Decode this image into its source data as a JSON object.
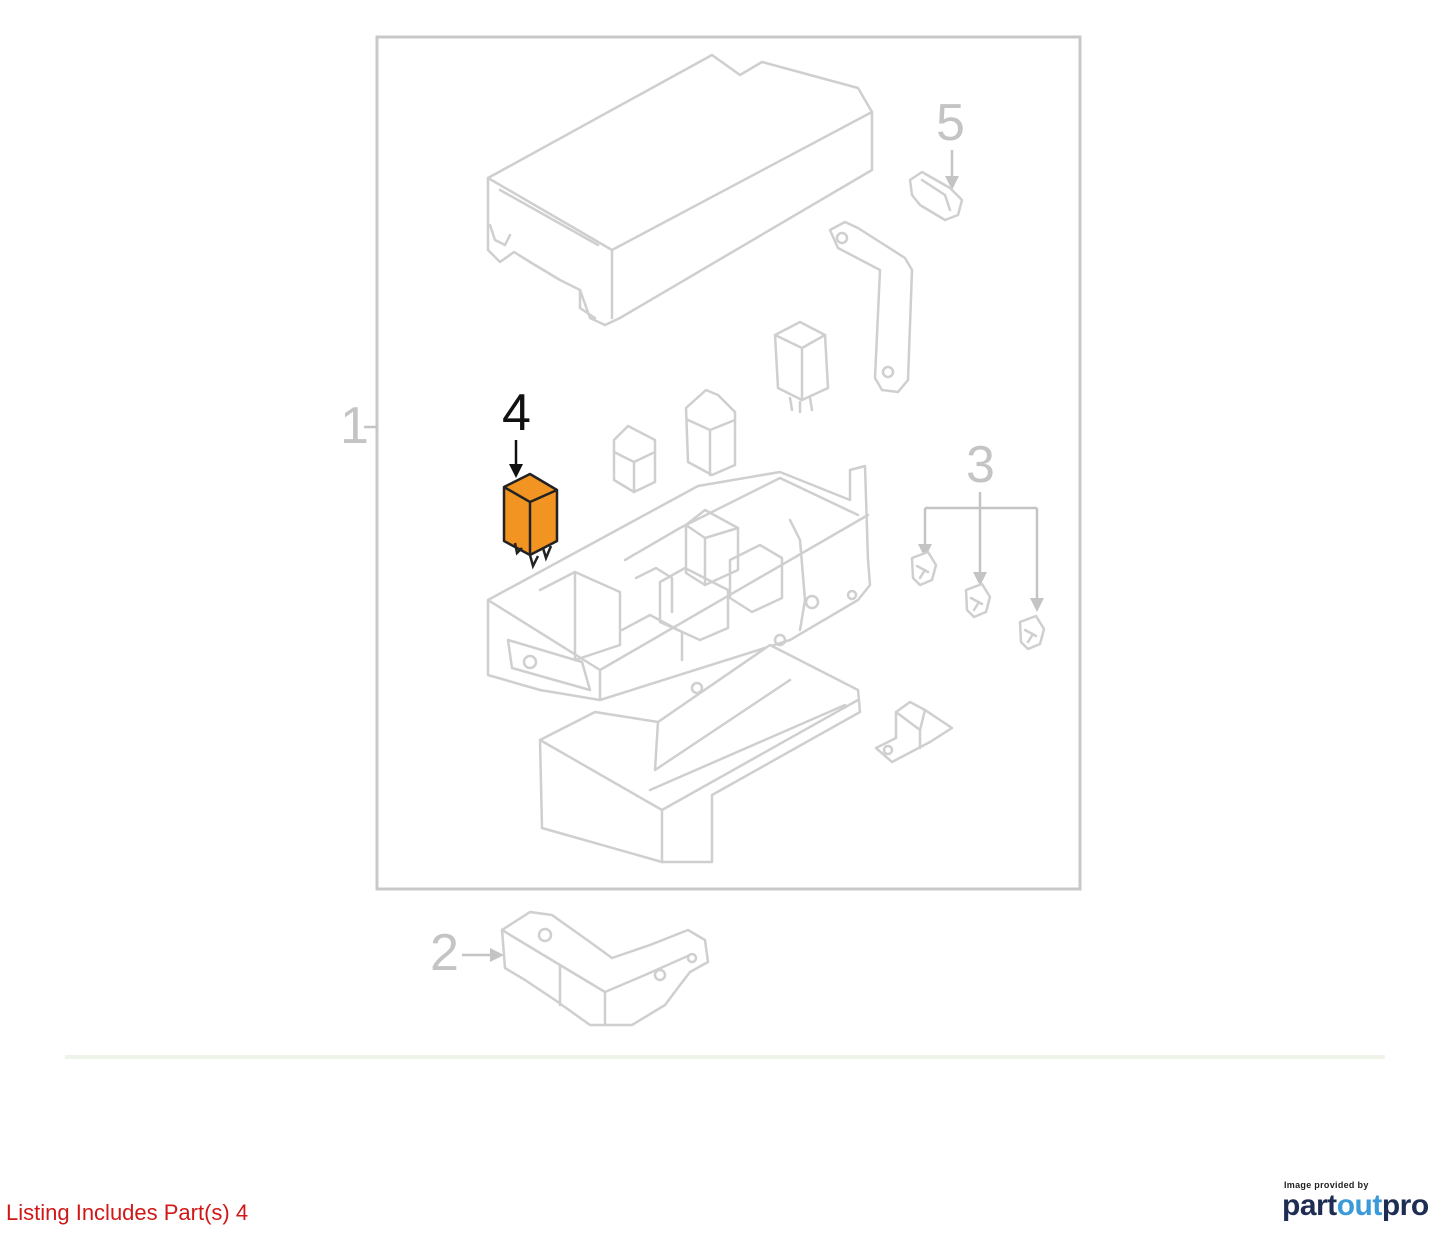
{
  "diagram": {
    "callouts": [
      {
        "id": "1",
        "label": "1",
        "highlighted": false
      },
      {
        "id": "2",
        "label": "2",
        "highlighted": false
      },
      {
        "id": "3",
        "label": "3",
        "highlighted": false
      },
      {
        "id": "4",
        "label": "4",
        "highlighted": true
      },
      {
        "id": "5",
        "label": "5",
        "highlighted": false
      }
    ],
    "highlight_color": "#f29422",
    "line_color": "#cfcfcf"
  },
  "caption": {
    "listing": "Listing Includes Part(s) 4",
    "color": "#d01818"
  },
  "credit": {
    "small": "Image provided by",
    "brand_part": "part",
    "brand_out": "out",
    "brand_pro": "pro"
  }
}
